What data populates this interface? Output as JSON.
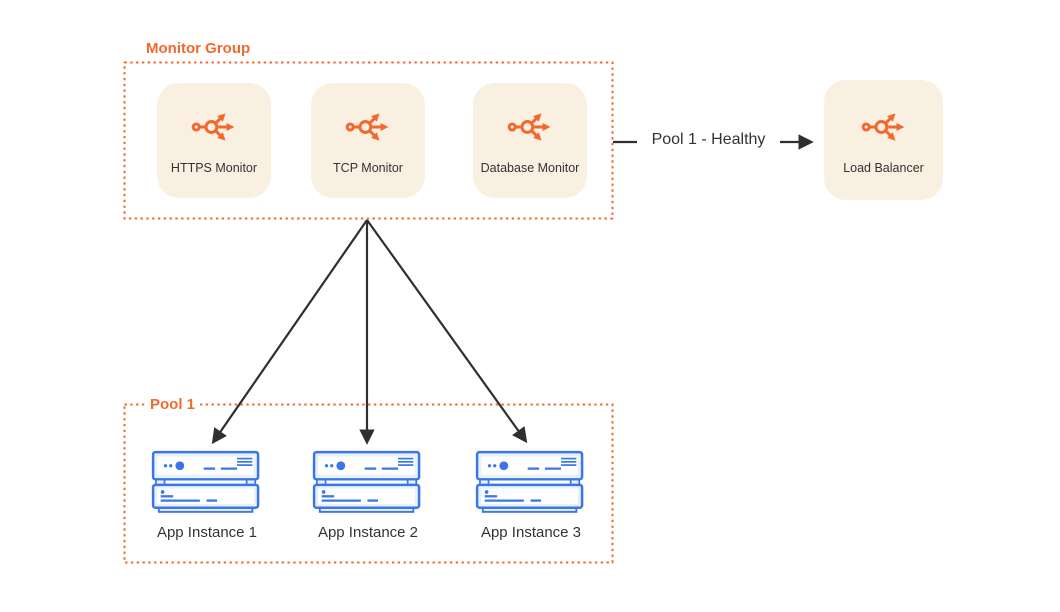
{
  "diagram": {
    "monitor_group": {
      "title": "Monitor Group",
      "monitors": [
        {
          "label": "HTTPS Monitor",
          "icon": "load-balancer-icon"
        },
        {
          "label": "TCP Monitor",
          "icon": "load-balancer-icon"
        },
        {
          "label": "Database Monitor",
          "icon": "load-balancer-icon"
        }
      ]
    },
    "edge": {
      "label": "Pool 1 - Healthy"
    },
    "load_balancer": {
      "label": "Load Balancer",
      "icon": "load-balancer-icon"
    },
    "pool": {
      "title": "Pool 1",
      "instances": [
        {
          "label": "App Instance 1",
          "icon": "server-icon"
        },
        {
          "label": "App Instance 2",
          "icon": "server-icon"
        },
        {
          "label": "App Instance 3",
          "icon": "server-icon"
        }
      ]
    },
    "colors": {
      "orange": "#F2692F",
      "cream": "#FAF0E1",
      "blue": "#3B76E8",
      "blue_light": "#E9F1FD",
      "arrow": "#2F2F2F",
      "text": "#333333"
    }
  }
}
